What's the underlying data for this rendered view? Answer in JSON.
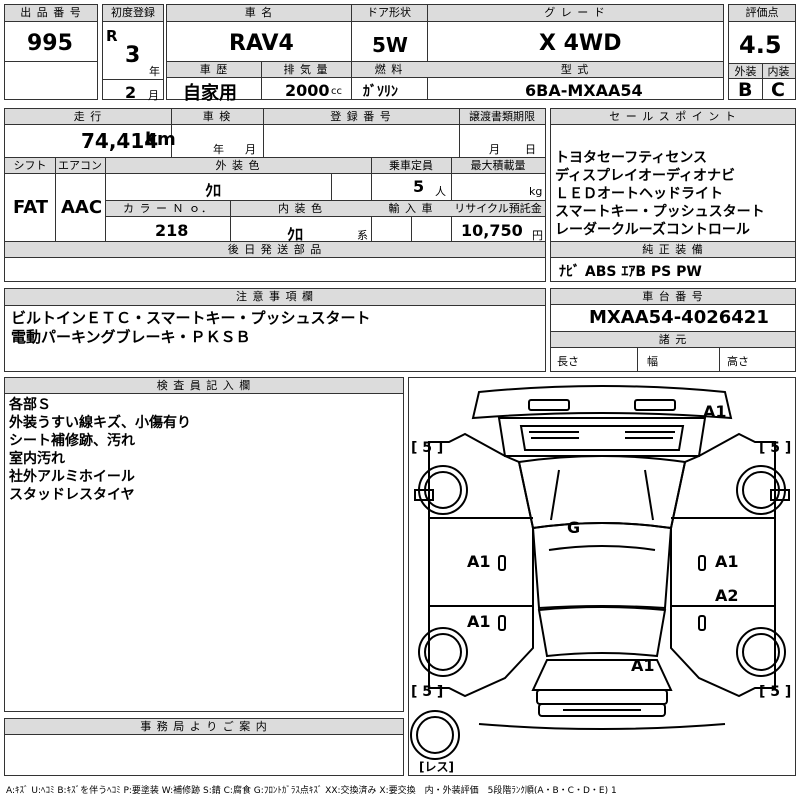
{
  "headers": {
    "lot_no": "出 品 番 号",
    "first_reg": "初度登録",
    "car_name": "車 名",
    "door": "ドア形状",
    "grade": "グ レ ー ド",
    "rating": "評価点",
    "history": "車 歴",
    "displacement": "排 気 量",
    "fuel": "燃 料",
    "model_code": "型 式",
    "exterior": "外装",
    "interior": "内装",
    "mileage": "走 行",
    "inspection": "車 検",
    "reg_no": "登 録 番 号",
    "transfer_doc": "譲渡書類期限",
    "sales_points": "セ ー ル ス ポ イ ン ト",
    "shift": "シフト",
    "aircon": "エアコン",
    "body_color": "外 装 色",
    "capacity": "乗車定員",
    "max_load": "最大積載量",
    "color_no": "カ ラ ー Ｎ ｏ．",
    "interior_color": "内 装 色",
    "import": "輸 入 車",
    "recycle": "リサイクル預託金",
    "later_parts": "後 日 発 送 部 品",
    "standard_equip": "純 正 装 備",
    "notes": "注 意 事 項 欄",
    "chassis_no": "車 台 番 号",
    "dimensions": "諸 元",
    "inspector": "検 査 員 記 入 欄",
    "office": "事 務 局 よ り ご 案 内"
  },
  "lot_number": "995",
  "first_reg": {
    "era": "R",
    "year": "3",
    "year_unit": "年",
    "month": "2",
    "month_unit": "月"
  },
  "car_name": "RAV4",
  "door": "5W",
  "grade": "X 4WD",
  "rating": "4.5",
  "history": "自家用",
  "displacement": "2000",
  "displacement_unit": "cc",
  "fuel": "ｶﾞｿﾘﾝ",
  "model_code": "6BA-MXAA54",
  "exterior_grade": "B",
  "interior_grade": "C",
  "mileage": "74,414",
  "mileage_unit": "km",
  "inspection_units": {
    "year": "年",
    "month": "月"
  },
  "transfer_units": {
    "month": "月",
    "day": "日"
  },
  "shift": "FAT",
  "aircon": "AAC",
  "body_color": "ｸﾛ",
  "capacity": "5",
  "capacity_unit": "人",
  "max_load_unit": "kg",
  "color_no": "218",
  "interior_color": "ｸﾛ",
  "interior_color_suffix": "系",
  "recycle": "10,750",
  "recycle_unit": "円",
  "sales_points": [
    "トヨタセーフティセンス",
    "ディスプレイオーディオナビ",
    "ＬＥＤオートヘッドライト",
    "スマートキー・プッシュスタート",
    "レーダークルーズコントロール"
  ],
  "standard_equip": "ﾅﾋﾞ ABS ｴｱB PS PW",
  "notes": [
    "ビルトインＥＴＣ・スマートキー・プッシュスタート",
    "電動パーキングブレーキ・ＰＫＳＢ"
  ],
  "chassis_no": "MXAA54-4026421",
  "dim_labels": {
    "length": "長さ",
    "width": "幅",
    "height": "高さ"
  },
  "inspector_notes": [
    "各部Ｓ",
    "外装うすい線キズ、小傷有り",
    "シート補修跡、汚れ",
    "室内汚れ",
    "社外アルミホイール",
    "スタッドレスタイヤ"
  ],
  "diagram": {
    "top_right": "A1",
    "windshield": "G",
    "left_front_door": "A1",
    "left_rear_door": "A1",
    "right_front_door": "A1",
    "right_rear_door": "A2",
    "rear": "A1",
    "tire_fl": "5",
    "tire_fr": "5",
    "tire_rl": "5",
    "tire_rr": "5",
    "spare": "レス"
  },
  "legend": "A:ｷｽﾞ U:ﾍｺﾐ B:ｷｽﾞを伴うﾍｺﾐ P:要塗装 W:補修跡 S:錆 C:腐食 G:ﾌﾛﾝﾄｶﾞﾗｽ点ｷｽﾞ XX:交換済み X:要交換　内・外装評価　5段階ﾗﾝｸ順(A・B・C・D・E) 1"
}
